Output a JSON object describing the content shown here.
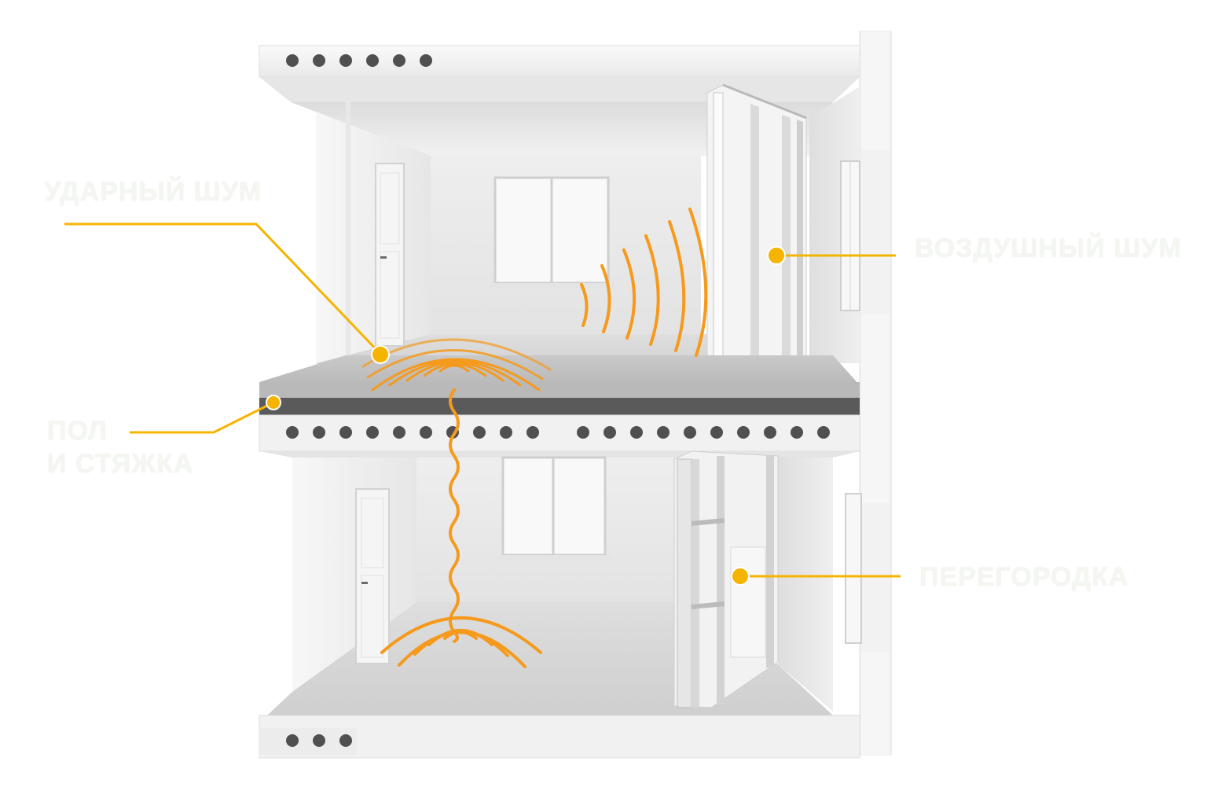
{
  "labels": {
    "impact_noise": "УДАРНЫЙ ШУМ",
    "airborne_noise": "ВОЗДУШНЫЙ ШУМ",
    "floor_line1": "ПОЛ",
    "floor_line2": "И СТЯЖКА",
    "partition": "ПЕРЕГОРОДКА"
  },
  "colors": {
    "accent": "#f5b400",
    "wave": "#f59a1c",
    "wall": "#ebebeb",
    "slab": "#f3f3f3",
    "screed": "#8f8f8f",
    "label_text": "#f4f6f1"
  }
}
